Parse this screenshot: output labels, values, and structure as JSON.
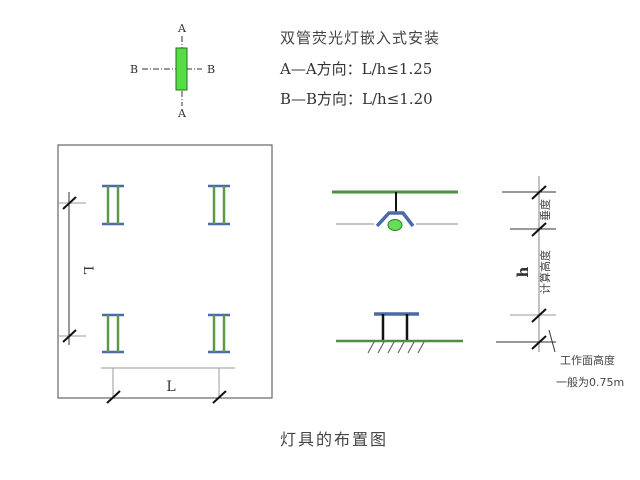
{
  "colors": {
    "fixture_tube": "#5a9a4a",
    "fixture_cap": "#4a6aa8",
    "lamp_fill": "#66dd55",
    "ceiling": "#4f8f42",
    "dim_line": "#999999",
    "line": "#222222",
    "text": "#333333"
  },
  "legend": {
    "section_a_top": "A",
    "section_a_bottom": "A",
    "section_b_left": "B",
    "section_b_right": "B",
    "title": "双管荧光灯嵌入式安装",
    "rule_aa": "A—A方向：L/h≤1.25",
    "rule_bb": "B—B方向：L/h≤1.20"
  },
  "plan_view": {
    "fixture_count": 4,
    "dim_vertical_label": "L",
    "dim_horizontal_label": "L"
  },
  "section_view": {
    "dim_h_label": "h",
    "label_drop": "垂度",
    "label_calc_height": "计算高度",
    "note_line1": "工作面高度",
    "note_line2": "一般为0.75m"
  },
  "caption": "灯具的布置图"
}
